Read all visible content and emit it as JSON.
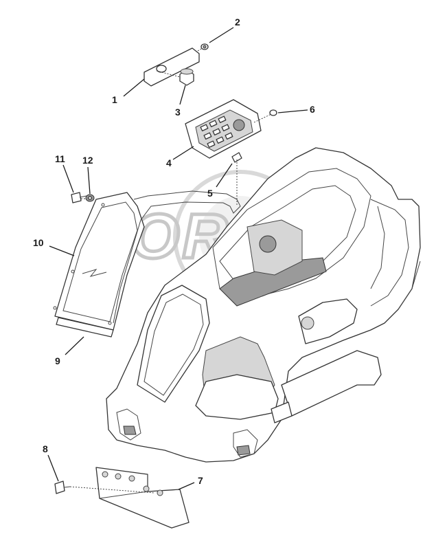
{
  "callouts": [
    {
      "id": "1",
      "label": "1"
    },
    {
      "id": "2",
      "label": "2"
    },
    {
      "id": "3",
      "label": "3"
    },
    {
      "id": "4",
      "label": "4"
    },
    {
      "id": "5",
      "label": "5"
    },
    {
      "id": "6",
      "label": "6"
    },
    {
      "id": "7",
      "label": "7"
    },
    {
      "id": "8",
      "label": "8"
    },
    {
      "id": "9",
      "label": "9"
    },
    {
      "id": "10",
      "label": "10"
    },
    {
      "id": "11",
      "label": "11"
    },
    {
      "id": "12",
      "label": "12"
    }
  ],
  "watermark": {
    "text": "OREX"
  },
  "colors": {
    "line": "#333333",
    "shade": "#d6d6d6",
    "watermark": "#cfcfcf"
  }
}
